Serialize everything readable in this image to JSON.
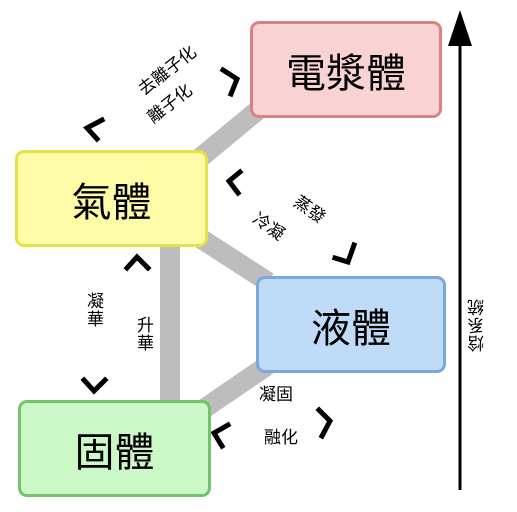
{
  "colors": {
    "plasma_fill": "#f9d3d3",
    "plasma_border": "#d9827e",
    "gas_fill": "#fefca7",
    "gas_border": "#e4e24a",
    "liquid_fill": "#bfdbf7",
    "liquid_border": "#7aa8dc",
    "solid_fill": "#ccf7c7",
    "solid_border": "#72c46a",
    "connector": "#bdbdbd"
  },
  "states": {
    "plasma": "電漿體",
    "gas": "氣體",
    "liquid": "液體",
    "solid": "固體"
  },
  "transitions": {
    "deionization": "去離子化",
    "ionization": "離子化",
    "vaporization": "蒸發",
    "condensation": "冷凝",
    "deposition": "凝華",
    "sublimation": "升華",
    "freezing": "凝固",
    "melting": "融化"
  },
  "axis": {
    "label": "焓系統"
  }
}
